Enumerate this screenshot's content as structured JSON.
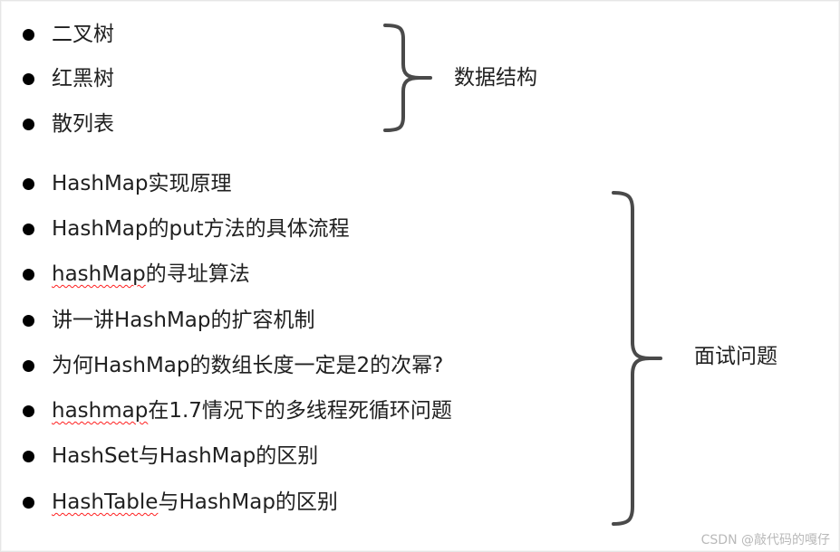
{
  "groups": [
    {
      "label": "数据结构",
      "items": [
        "二叉树",
        "红黑树",
        "散列表"
      ]
    },
    {
      "label": "面试问题",
      "items": [
        {
          "pre": "",
          "underlined": "",
          "text": "HashMap实现原理"
        },
        {
          "pre": "",
          "underlined": "",
          "text": "HashMap的put方法的具体流程"
        },
        {
          "pre": "",
          "underlined": "hashMap",
          "text": "的寻址算法"
        },
        {
          "pre": "讲一讲HashMap的扩容机制",
          "underlined": "",
          "text": ""
        },
        {
          "pre": "为何HashMap的数组长度一定是2的次幂?",
          "underlined": "",
          "text": ""
        },
        {
          "pre": "",
          "underlined": "hashmap",
          "text": "在1.7情况下的多线程死循环问题"
        },
        {
          "pre": "HashSet与HashMap的区别",
          "underlined": "",
          "text": ""
        },
        {
          "pre": "",
          "underlined": "HashTable",
          "text": "与HashMap的区别"
        }
      ]
    }
  ],
  "watermark": "CSDN @敲代码的嘎仔"
}
